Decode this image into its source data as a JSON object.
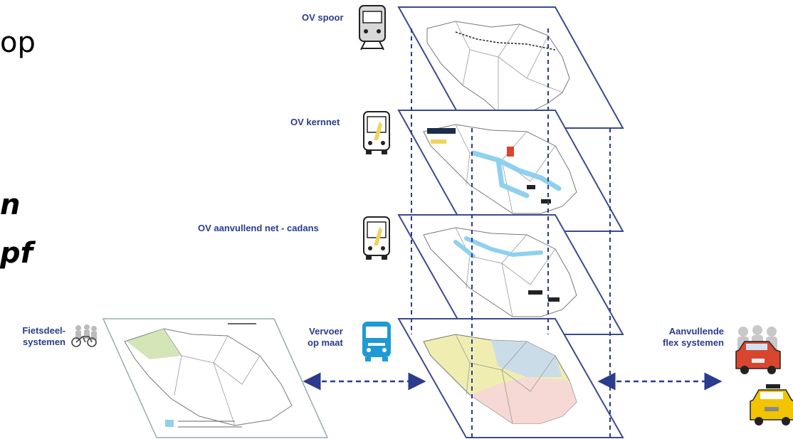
{
  "left_text": {
    "fragment_1": "op",
    "fragment_2": "n",
    "fragment_3": "pf"
  },
  "layers": [
    {
      "label": "OV spoor",
      "icon": "train-icon"
    },
    {
      "label": "OV kernnet",
      "icon": "bus-icon"
    },
    {
      "label": "OV aanvullend net - cadans",
      "icon": "bus-icon"
    },
    {
      "label_lines": [
        "Vervoer",
        "op maat"
      ],
      "icon": "bus-icon"
    }
  ],
  "side_panels": {
    "left": {
      "label_lines": [
        "Fietsdeel-",
        "systemen"
      ],
      "icon": "bicycle-icon"
    },
    "right": {
      "label_lines": [
        "Aanvullende",
        "flex systemen"
      ],
      "icon": "taxi-icon"
    }
  },
  "colors": {
    "accent_navy": "#2b3b8e",
    "layer_outline": "#3b4a8f",
    "highlight_blue": "#8fd0ee",
    "zone_yellow": "#efeeb0",
    "zone_blue": "#c6d9f0",
    "zone_pink": "#f6d6d9",
    "zone_green": "#cfe2b0",
    "car_red": "#d9462e",
    "taxi_yellow": "#f2c500"
  }
}
